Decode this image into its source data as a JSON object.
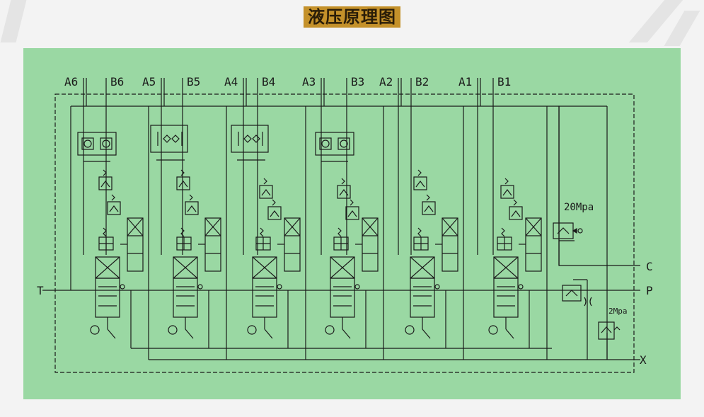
{
  "title": "液压原理图",
  "ports": {
    "sections": [
      {
        "a": "A6",
        "b": "B6"
      },
      {
        "a": "A5",
        "b": "B5"
      },
      {
        "a": "A4",
        "b": "B4"
      },
      {
        "a": "A3",
        "b": "B3"
      },
      {
        "a": "A2",
        "b": "B2"
      },
      {
        "a": "A1",
        "b": "B1"
      }
    ],
    "t": "T",
    "p": "P",
    "c": "C",
    "x": "X"
  },
  "pressures": {
    "main_relief": "20Mpa",
    "pilot_relief": "2Mpa"
  },
  "colors": {
    "panel": "#9ad8a3",
    "line": "#1a1a1a",
    "title_bg": "#c4912a"
  }
}
